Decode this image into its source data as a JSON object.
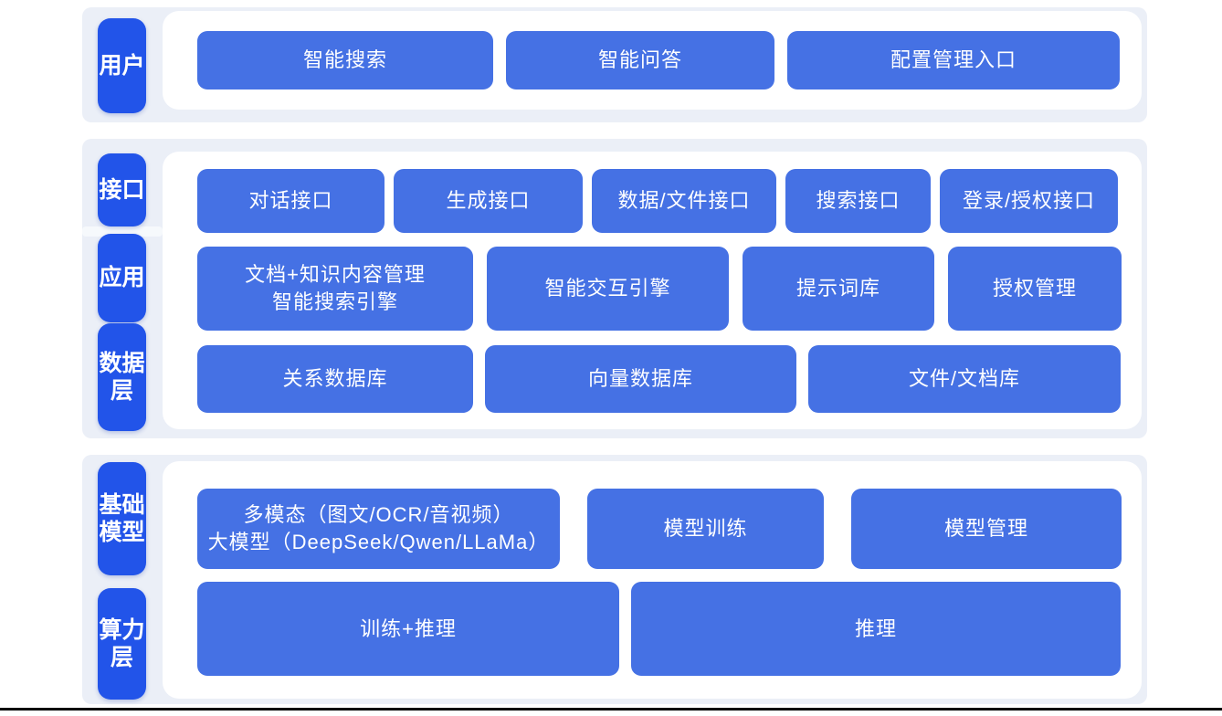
{
  "colors": {
    "tag_blue": "#2254e9",
    "button_blue": "#4571e4",
    "section_bg": "#ebeff7",
    "panel_bg": "#ffffff",
    "footer_line": "#0b0b0b"
  },
  "sections": [
    {
      "rows": [
        {
          "tag": "用户",
          "buttons": [
            "智能搜索",
            "智能问答",
            "配置管理入口"
          ]
        }
      ]
    },
    {
      "rows": [
        {
          "tag": "接口",
          "buttons": [
            "对话接口",
            "生成接口",
            "数据/文件接口",
            "搜索接口",
            "登录/授权接口"
          ]
        },
        {
          "tag": "应用",
          "buttons": [
            [
              "文档+知识内容管理",
              "智能搜索引擎"
            ],
            "智能交互引擎",
            "提示词库",
            "授权管理"
          ]
        },
        {
          "tag": "数据层",
          "buttons": [
            "关系数据库",
            "向量数据库",
            "文件/文档库"
          ]
        }
      ]
    },
    {
      "rows": [
        {
          "tag": "基础模型",
          "buttons": [
            [
              "多模态（图文/OCR/音视频）",
              "大模型（DeepSeek/Qwen/LLaMa）"
            ],
            "模型训练",
            "模型管理"
          ]
        },
        {
          "tag": "算力层",
          "buttons": [
            "训练+推理",
            "推理"
          ]
        }
      ]
    }
  ]
}
